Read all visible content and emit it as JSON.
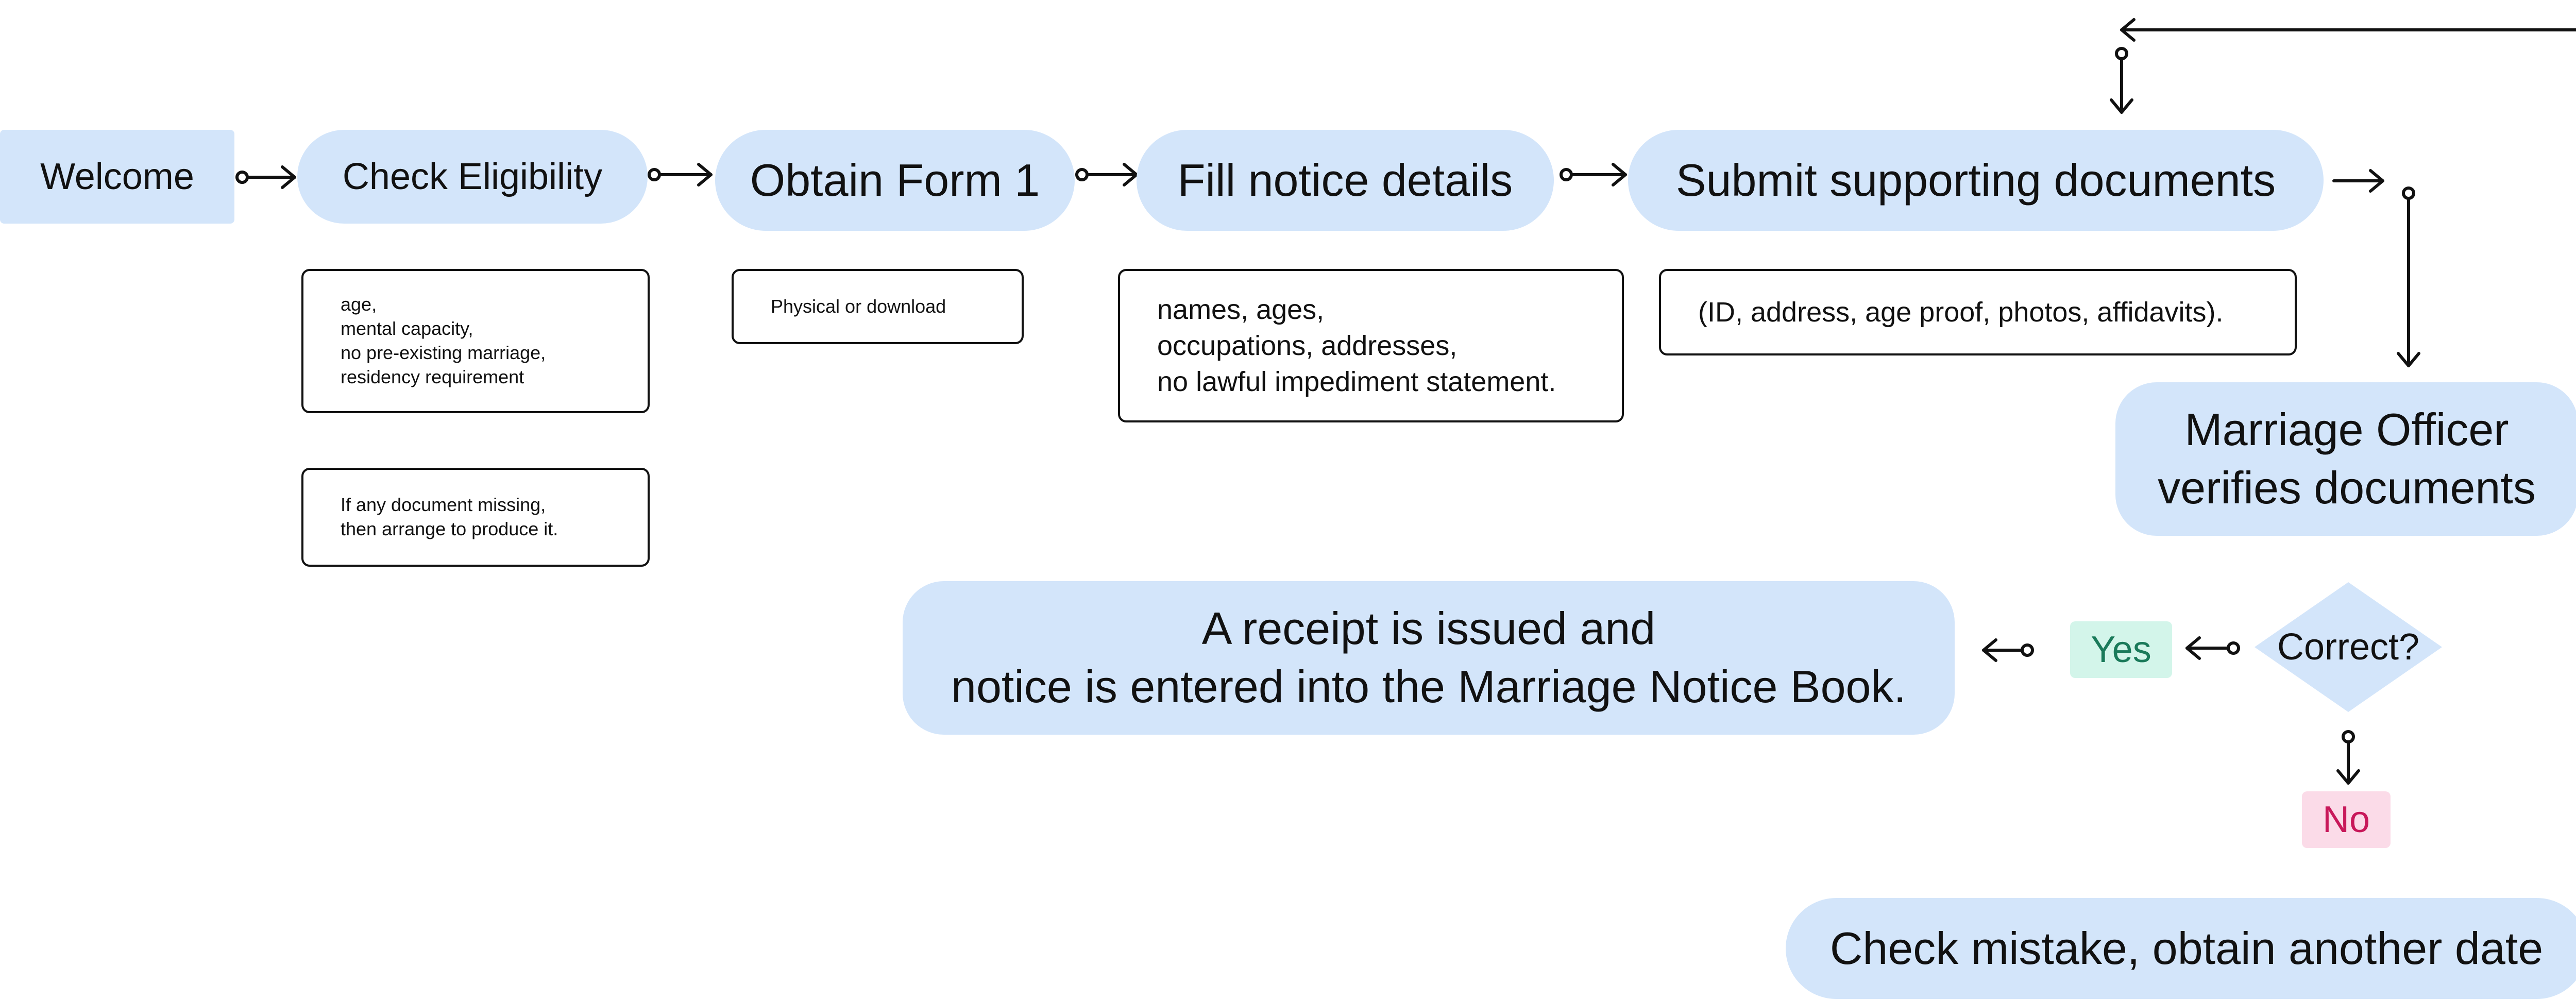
{
  "colors": {
    "node_fill": "#d3e5fa",
    "yes_fill": "#d3f5ea",
    "yes_text": "#1a7a5a",
    "no_fill": "#fbdbe8",
    "no_text": "#c8185a",
    "stroke": "#111111"
  },
  "steps": {
    "welcome": "Welcome",
    "check_eligibility": "Check Eligibility",
    "obtain_form": "Obtain Form 1",
    "fill_notice": "Fill notice details",
    "submit_documents": "Submit supporting documents",
    "officer_verifies": "Marriage Officer\nverifies documents",
    "decision": "Correct?",
    "receipt": "A receipt is issued and\nnotice is entered into the Marriage Notice Book.",
    "check_mistake": "Check mistake, obtain another date"
  },
  "notes": {
    "eligibility_criteria": "age,\nmental capacity,\nno pre-existing marriage,\nresidency requirement",
    "missing_document": "If any document missing,\nthen arrange to produce it.",
    "form_source": "Physical or download",
    "notice_fields": "names, ages,\noccupations, addresses,\nno lawful impediment statement.",
    "documents_list": "(ID, address, age proof, photos, affidavits)."
  },
  "branches": {
    "yes": "Yes",
    "no": "No"
  }
}
